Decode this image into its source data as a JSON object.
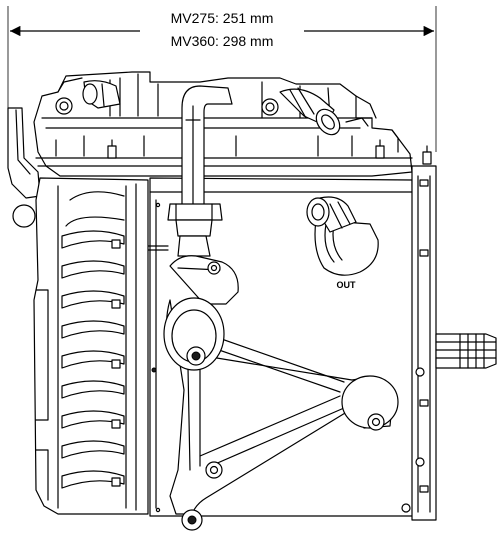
{
  "dimension": {
    "label_1": "MV275: 251 mm",
    "label_2": "MV360: 298 mm"
  },
  "port_label": "OUT"
}
